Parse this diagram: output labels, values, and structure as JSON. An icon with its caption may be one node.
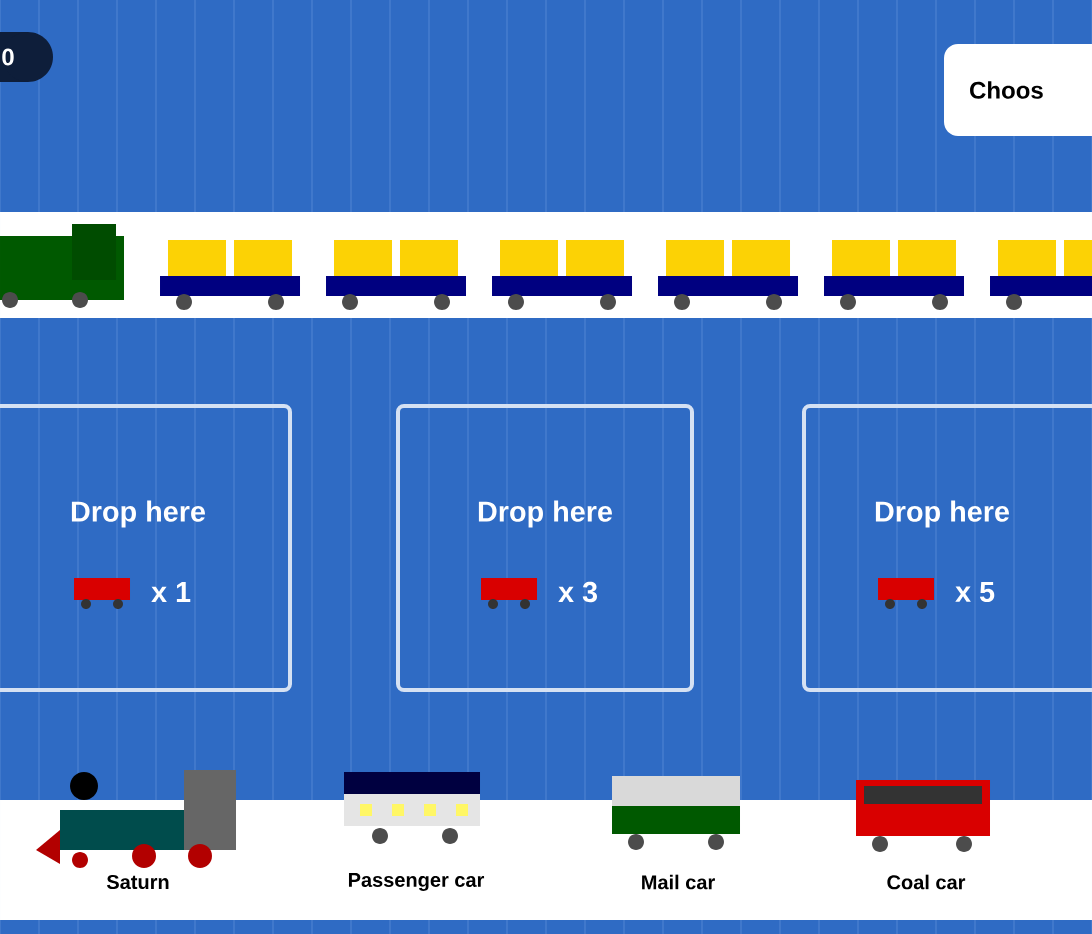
{
  "diagram": {
    "nodes": [
      {
        "text": [
          "Drop here",
          "x 1"
        ]
      },
      {
        "text": [
          "Drop here",
          "x 3"
        ]
      },
      {
        "text": [
          "Drop here",
          "x 5"
        ]
      }
    ],
    "labels": [
      "0",
      "Choos",
      "Saturn",
      "Passenger car",
      "Mail car",
      "Coal car"
    ]
  }
}
